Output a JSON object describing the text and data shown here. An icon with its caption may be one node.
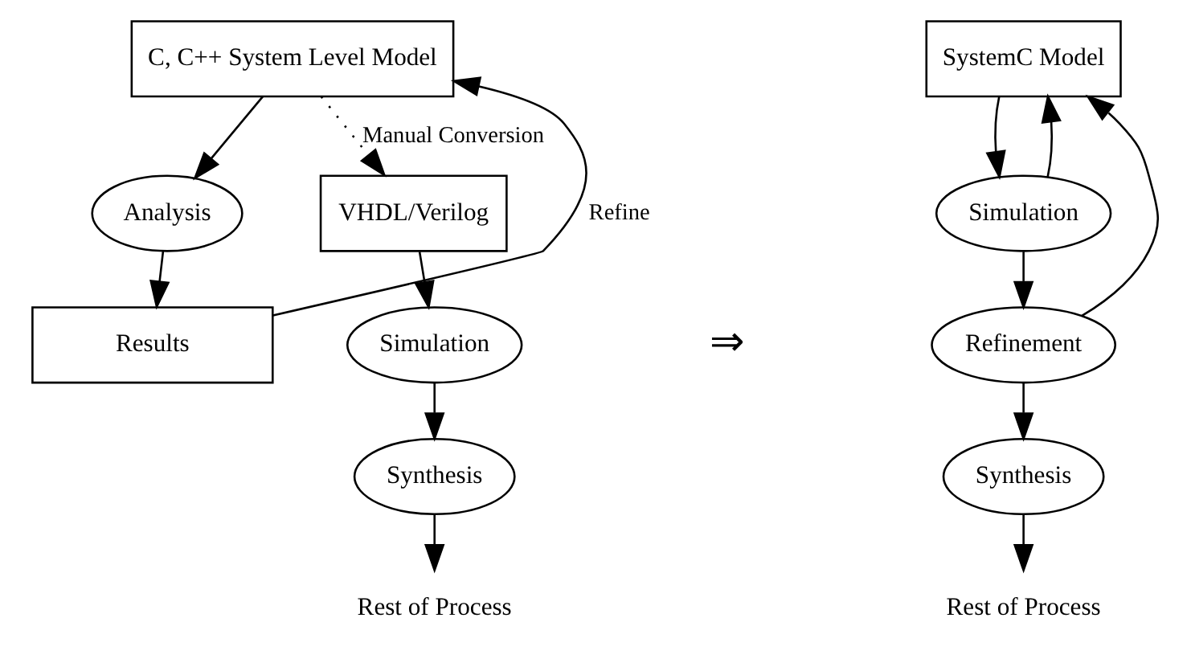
{
  "diagram": {
    "nodes": [
      {
        "text": [
          "C, C++ System Level Model"
        ]
      },
      {
        "text": [
          "Analysis"
        ]
      },
      {
        "text": [
          "Results"
        ]
      },
      {
        "text": [
          "VHDL/Verilog"
        ]
      },
      {
        "text": [
          "Simulation"
        ]
      },
      {
        "text": [
          "Synthesis"
        ]
      },
      {
        "text": [
          "Rest of Process"
        ]
      },
      {
        "text": [
          "SystemC Model"
        ]
      },
      {
        "text": [
          "Simulation"
        ]
      },
      {
        "text": [
          "Refinement"
        ]
      },
      {
        "text": [
          "Synthesis"
        ]
      },
      {
        "text": [
          "Rest of Process"
        ]
      }
    ],
    "edges": [
      {
        "from": 0,
        "to": 1,
        "arrow": "to"
      },
      {
        "from": 1,
        "to": 2,
        "arrow": "to"
      },
      {
        "from": 2,
        "to": 0,
        "arrow": "to",
        "label": "Refine"
      },
      {
        "from": 0,
        "to": 3,
        "arrow": "to",
        "label": "Manual Conversion",
        "style": "dashed"
      },
      {
        "from": 3,
        "to": 4,
        "arrow": "to"
      },
      {
        "from": 4,
        "to": 5,
        "arrow": "to"
      },
      {
        "from": 5,
        "to": 6,
        "arrow": "to"
      },
      {
        "from": 7,
        "to": 8,
        "arrow": "to"
      },
      {
        "from": 8,
        "to": 9,
        "arrow": "to"
      },
      {
        "from": 9,
        "to": 10,
        "arrow": "to"
      },
      {
        "from": 10,
        "to": 11,
        "arrow": "to"
      },
      {
        "from": 8,
        "to": 7,
        "arrow": "to"
      },
      {
        "from": 9,
        "to": 7,
        "arrow": "to"
      }
    ],
    "labels": [
      "⇒"
    ]
  }
}
